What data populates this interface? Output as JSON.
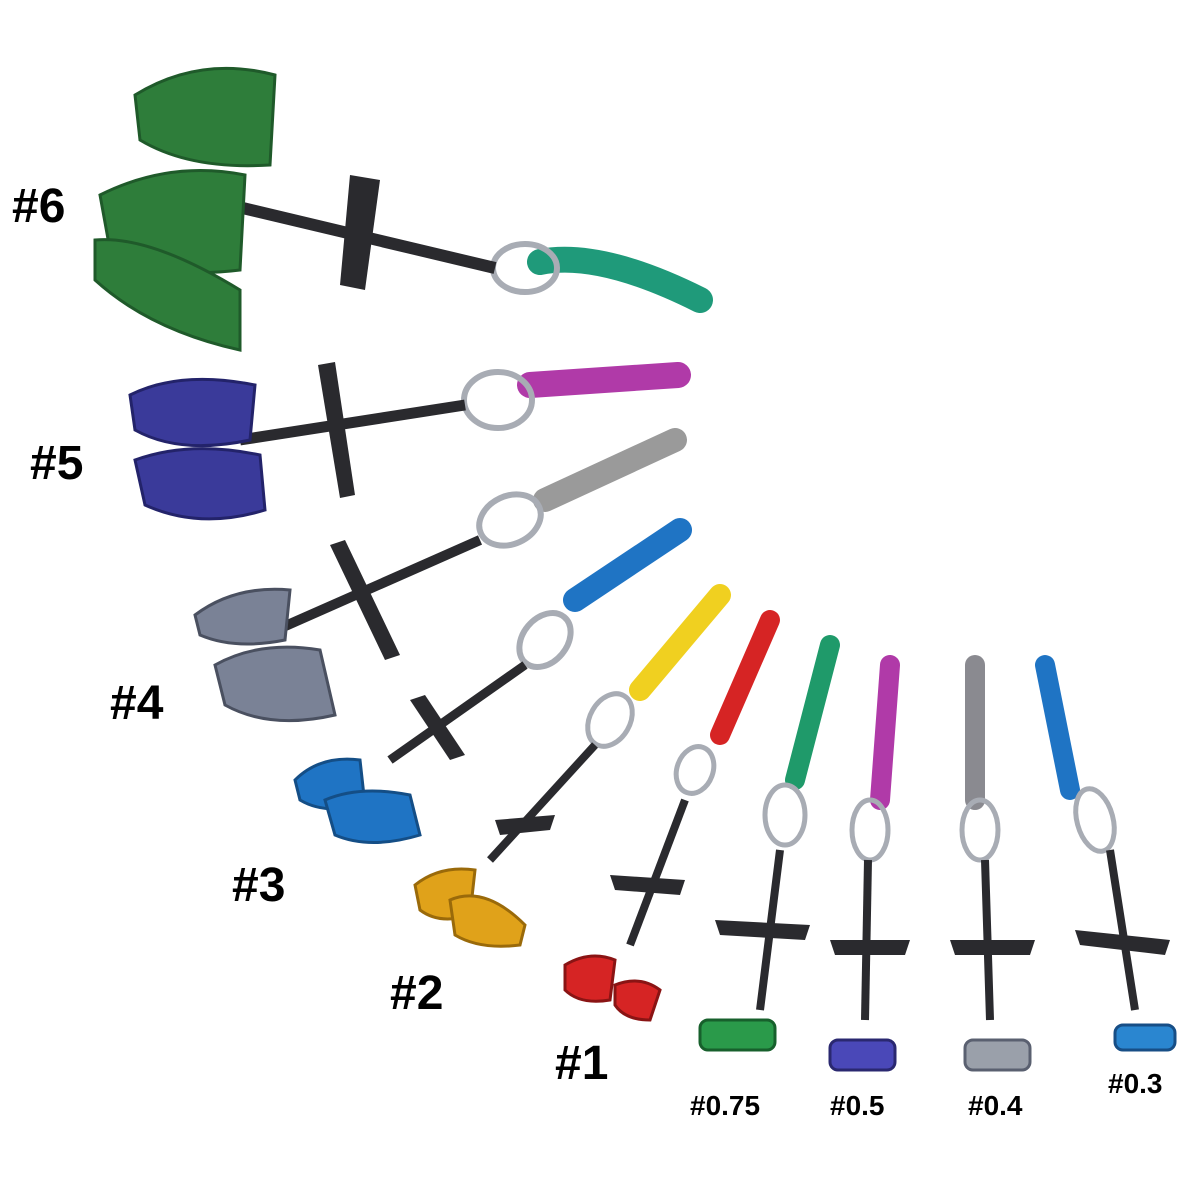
{
  "labels": {
    "cam6": "#6",
    "cam5": "#5",
    "cam4": "#4",
    "cam3": "#3",
    "cam2": "#2",
    "cam1": "#1",
    "cam075": "#0.75",
    "cam05": "#0.5",
    "cam04": "#0.4",
    "cam03": "#0.3"
  },
  "colors": {
    "cam6": "#2e7d3a",
    "cam5": "#3a3a9a",
    "cam4": "#7a8296",
    "cam3": "#1f74c4",
    "cam2": "#e0a21a",
    "cam1": "#d62424",
    "cam075": "#2a9a4a",
    "cam05": "#4a48b8",
    "cam04": "#9aa0aa",
    "cam03": "#2a86d0",
    "sling6": "#1f9a7a",
    "sling5": "#b03aa8",
    "sling4": "#9a9a9a",
    "sling3": "#1f74c4",
    "sling2": "#f0d020",
    "sling1": "#d62424",
    "sling075": "#1f9a6a",
    "sling05": "#b03aa8",
    "sling04": "#8a8a90",
    "sling03": "#1f74c4",
    "stem": "#2a2a2e",
    "wire": "#a8acb4"
  },
  "icons": {
    "cam": "camming-device-icon"
  }
}
